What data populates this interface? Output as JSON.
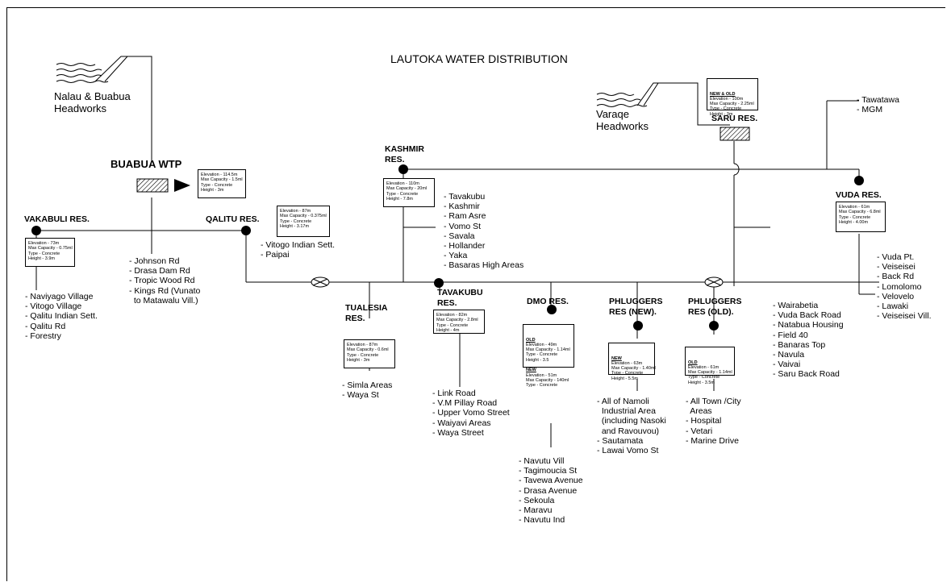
{
  "title": "LAUTOKA WATER DISTRIBUTION",
  "headworks": {
    "nalau": "Nalau & Buabua\nHeadworks",
    "varaqe": "Varaqe\nHeadworks"
  },
  "stations": {
    "buabua": {
      "label": "BUABUA WTP",
      "specs": "Elevation - 114.5m\nMax Capacity - 1.5ml\nType - Concrete\nHeight - 3m",
      "serves": [
        "- Johnson Rd",
        "- Drasa Dam Rd",
        "- Tropic Wood Rd",
        "- Kings Rd (Vunato",
        "  to Matawalu Vill.)"
      ]
    },
    "vakabuli": {
      "label": "VAKABULI RES.",
      "specs": "Elevation - 73m\nMax Capacity - 0.75ml\nType - Concrete\nHeight - 3.9m",
      "serves": [
        "- Naviyago Village",
        "- Vitogo Village",
        "- Qalitu Indian Sett.",
        "- Qalitu Rd",
        "- Forestry"
      ]
    },
    "qalitu": {
      "label": "QALITU RES.",
      "specs": "Elevation - 87m\nMax Capacity - 0.375ml\nType - Concrete\nHeight - 3.17m",
      "serves": [
        "- Vitogo Indian Sett.",
        "- Paipai"
      ]
    },
    "kashmir": {
      "label": "KASHMIR\nRES.",
      "specs": "Elevation - 110m\nMax Capacity - 20ml\nType - Concrete\nHeight - 7.8m",
      "serves": [
        "- Tavakubu",
        "- Kashmir",
        "- Ram Asre",
        "- Vomo St",
        "- Savala",
        "- Hollander",
        "- Yaka",
        "- Basaras High Areas"
      ]
    },
    "saru": {
      "label": "SARU RES.",
      "specs_title": "NEW & OLD",
      "specs": "Elevation - 100m\nMax Capacity - 2.25ml\nType - Concrete\nHeight - 3m",
      "serves": [
        "- Tawatawa",
        "- MGM"
      ]
    },
    "vuda": {
      "label": "VUDA RES.",
      "specs": "Elevation - 61m\nMax Capacity - 6.8ml\nType - Concrete\nHeight - 4.00m",
      "serves": [
        "- Vuda Pt.",
        "- Veiseisei",
        "- Back Rd",
        "- Lomolomo",
        "- Velovelo",
        "- Lawaki",
        "- Veiseisei Vill."
      ]
    },
    "tualesia": {
      "label": "TUALESIA\nRES.",
      "specs": "Elevation - 87m\nMax Capacity - 0.6ml\nType - Concrete\nHeight - 3m",
      "serves": [
        "- Simla Areas",
        "- Waya St"
      ]
    },
    "tavakubu": {
      "label": "TAVAKUBU\nRES.",
      "specs": "Elevation - 82m\nMax Capacity - 2.8ml\nType - Concrete\nHeight - 4m",
      "serves": [
        "- Link Road",
        "- V.M Pillay Road",
        "- Upper Vomo Street",
        "- Waiyavi Areas",
        "- Waya Street"
      ]
    },
    "dmo": {
      "label": "DMO RES.",
      "old_title": "OLD",
      "old_specs": "Elevation - 49m\nMax Capacity - 1.14ml\nType - Concrete\nHeight - 3.5",
      "new_title": "NEW",
      "new_specs": "Elevation - 51m\nMax Capacity - 140ml\nType - Concrete",
      "serves": [
        "- Navutu Vill",
        "- Tagimoucia St",
        "- Tavewa Avenue",
        "- Drasa Avenue",
        "- Sekoula",
        "- Maravu",
        "- Navutu Ind"
      ]
    },
    "phluggers_new": {
      "label": "PHLUGGERS\nRES (NEW).",
      "specs_title": "NEW",
      "specs": "Elevation - 63m\nMax Capacity - 1.40ml\nType - Concrete\nHeight - 5.5m",
      "serves": [
        "- All of Namoli",
        "  Industrial Area",
        "  (including Nasoki",
        "  and Ravouvou)",
        "- Sautamata",
        "- Lawai Vomo St"
      ]
    },
    "phluggers_old": {
      "label": "PHLUGGERS\nRES (OLD).",
      "specs_title": "OLD",
      "specs": "Elevation - 61m\nMax Capacity - 1.14ml\nType - Concrete\nHeight - 3.5m",
      "serves": [
        "- All Town /City",
        "  Areas",
        "- Hospital",
        "- Vetari",
        "- Marine Drive"
      ]
    }
  },
  "branch_serves": [
    "- Wairabetia",
    "- Vuda Back Road",
    "- Natabua Housing",
    "- Field 40",
    "- Banaras Top",
    "- Navula",
    "- Vaivai",
    "- Saru Back Road"
  ]
}
